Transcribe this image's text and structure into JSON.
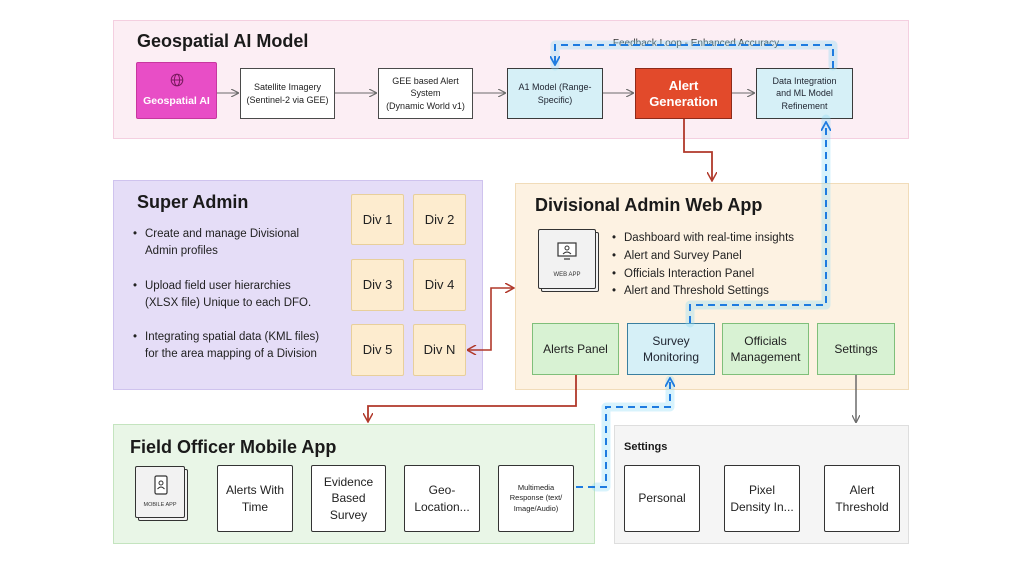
{
  "colors": {
    "pink_panel": "#fceef4",
    "lavender_panel": "#e5ddf7",
    "peach_panel": "#fdf2e2",
    "green_panel": "#e9f6e7",
    "gray_panel": "#f5f5f5",
    "magenta": "#e84ec6",
    "light_blue": "#d6f0f7",
    "alert_red": "#e24a2b",
    "feedback_blue": "#1e7be0",
    "dark_red_arrow": "#b0382a"
  },
  "geo": {
    "title": "Geospatial AI Model",
    "badge_label": "Geospatial AI",
    "badge_icon": "globe-icon",
    "steps": [
      "Satellite Imagery\n(Sentinel-2 via GEE)",
      "GEE based Alert\nSystem\n(Dynamic World v1)",
      "A1 Model (Range-\nSpecific)",
      "Alert\nGeneration",
      "Data Integration\nand ML Model\nRefinement"
    ],
    "feedback_label": "Feedback Loop - Enhanced Accuracy"
  },
  "super_admin": {
    "title": "Super Admin",
    "bullets": [
      "Create and manage Divisional\nAdmin profiles",
      "Upload field user hierarchies\n(XLSX file) Unique to each DFO.",
      "Integrating spatial data (KML files)\nfor the area mapping of a Division"
    ],
    "divisions": [
      "Div 1",
      "Div 2",
      "Div 3",
      "Div 4",
      "Div 5",
      "Div N"
    ]
  },
  "divisional": {
    "title": "Divisional Admin Web App",
    "device_label": "WEB APP",
    "device_icon": "monitor-icon",
    "bullets": [
      "Dashboard with real-time insights",
      "Alert and Survey Panel",
      "Officials Interaction Panel",
      "Alert and Threshold Settings"
    ],
    "modules": [
      "Alerts Panel",
      "Survey\nMonitoring",
      "Officials\nManagement",
      "Settings"
    ]
  },
  "field": {
    "title": "Field Officer Mobile App",
    "device_label": "MOBILE APP",
    "device_icon": "phone-icon",
    "items": [
      "Alerts With\nTime",
      "Evidence\nBased\nSurvey",
      "Geo-\nLocation...",
      "Multimedia\nResponse (text/\nImage/Audio)"
    ]
  },
  "settings": {
    "title": "Settings",
    "items": [
      "Personal",
      "Pixel\nDensity In...",
      "Alert\nThreshold"
    ]
  }
}
